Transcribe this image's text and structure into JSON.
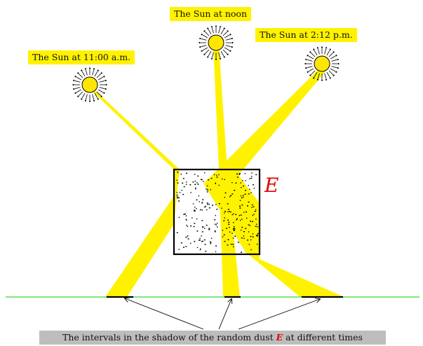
{
  "labels": {
    "sun_1100": "The Sun at 11:00 a.m.",
    "sun_noon": "The Sun at noon",
    "sun_1412": "The Sun at 2:12 p.m.",
    "set_name": "E"
  },
  "caption": {
    "before": "The intervals in the shadow of the random dust ",
    "symbol": "E",
    "after": " at different times"
  },
  "colors": {
    "sun_fill": "#ffe600",
    "label_bg": "#fff200",
    "beam": "#fff200",
    "ground": "#00cc00",
    "accent": "#e00000",
    "caption_bg": "#bdbdbd"
  }
}
